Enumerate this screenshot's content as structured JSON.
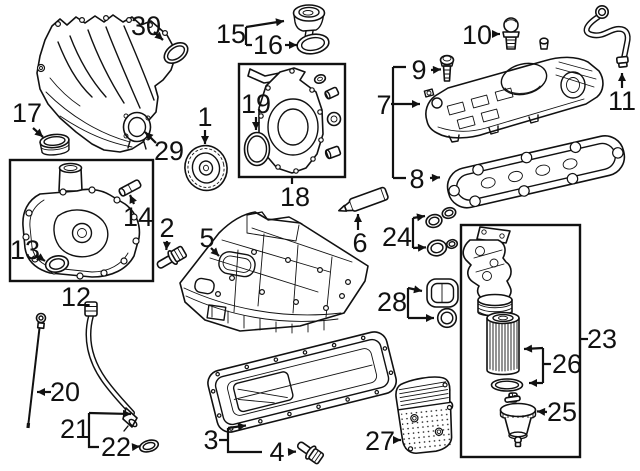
{
  "colors": {
    "ink": "#111111",
    "paper": "#ffffff"
  },
  "callouts": {
    "1": {
      "label": "1"
    },
    "2": {
      "label": "2"
    },
    "3": {
      "label": "3"
    },
    "4": {
      "label": "4"
    },
    "5": {
      "label": "5"
    },
    "6": {
      "label": "6"
    },
    "7": {
      "label": "7"
    },
    "8": {
      "label": "8"
    },
    "9": {
      "label": "9"
    },
    "10": {
      "label": "10"
    },
    "11": {
      "label": "11"
    },
    "12": {
      "label": "12"
    },
    "13": {
      "label": "13"
    },
    "14": {
      "label": "14"
    },
    "15": {
      "label": "15"
    },
    "16": {
      "label": "16"
    },
    "17": {
      "label": "17"
    },
    "18": {
      "label": "18"
    },
    "19": {
      "label": "19"
    },
    "20": {
      "label": "20"
    },
    "21": {
      "label": "21"
    },
    "22": {
      "label": "22"
    },
    "23": {
      "label": "23"
    },
    "24": {
      "label": "24"
    },
    "25": {
      "label": "25"
    },
    "26": {
      "label": "26"
    },
    "27": {
      "label": "27"
    },
    "28": {
      "label": "28"
    },
    "29": {
      "label": "29"
    },
    "30": {
      "label": "30"
    }
  }
}
